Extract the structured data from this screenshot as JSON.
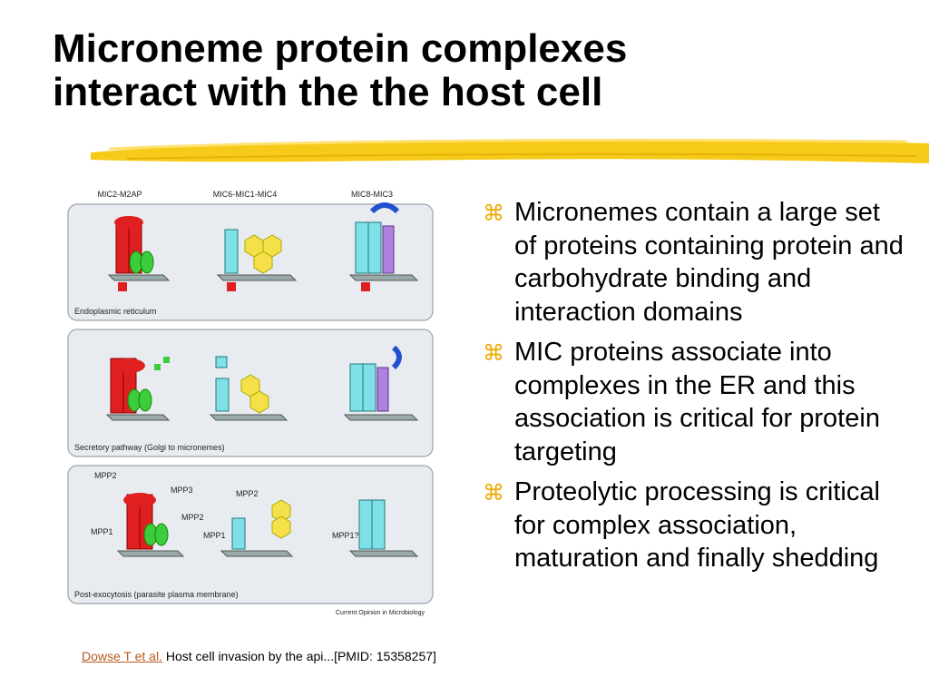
{
  "slide": {
    "title_line1": "Microneme protein complexes",
    "title_line2": "interact with the the host cell"
  },
  "bullets": [
    {
      "icon": "command-icon",
      "glyph": "⌘",
      "text": "Micronemes contain a large set of proteins containing protein and carbohydrate binding and interaction domains"
    },
    {
      "icon": "command-icon",
      "glyph": "⌘",
      "text": "MIC proteins associate into complexes in the ER and this association is critical for protein targeting"
    },
    {
      "icon": "command-icon",
      "glyph": "⌘",
      "text": "Proteolytic processing is critical for complex association, maturation and finally shedding"
    }
  ],
  "citation": {
    "link_text": "Dowse T et al.",
    "text": " Host cell invasion by the api...[PMID: 15358257]"
  },
  "figure": {
    "col1": "MIC2-M2AP",
    "col2": "MIC6-MIC1-MIC4",
    "col3": "MIC8-MIC3",
    "panel1": "Endoplasmic reticulum",
    "panel2": "Secretory pathway (Golgi to micronemes)",
    "panel3": "Post-exocytosis (parasite plasma membrane)",
    "mpp2_a": "MPP2",
    "mpp3": "MPP3",
    "mpp2_b": "MPP2",
    "mpp1_a": "MPP1",
    "mpp2_c": "MPP2",
    "mpp1_b": "MPP1",
    "mpp1q": "MPP1?",
    "source": "Current Opinion in Microbiology"
  },
  "colors": {
    "highlighter": "#f5c400",
    "bullet": "#f0a800",
    "link": "#b45a1e",
    "panel_bg": "#e8ecf0",
    "mic_red": "#e02020",
    "mic_green": "#3ccd3c",
    "mic_cyan": "#7fe0e8",
    "mic_yellow": "#f5e04a",
    "mic_purple": "#b080e0"
  }
}
